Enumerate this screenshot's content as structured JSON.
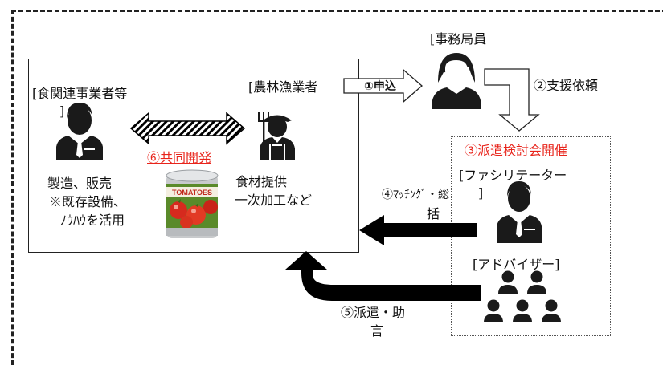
{
  "labels": {
    "food_business_line1": "[食関連事業者等",
    "food_business_line2": "]",
    "producer": "[農林漁業者",
    "secretariat": "[事務局員",
    "apply": "①申込",
    "support_request": "②支援依頼",
    "review_meeting": "③派遣検討会開催",
    "facilitator_line1": "[ファシリテーター",
    "facilitator_line2": "]",
    "matching_line1": "④ﾏｯﾁﾝｸﾞ・総",
    "matching_line2": "括",
    "advisor": "[アドバイザー]",
    "dispatch_line1": "⑤派遣・助",
    "dispatch_line2": "言",
    "joint_dev": "⑥共同開発",
    "food_role_line1": "製造、販売",
    "food_role_line2": "※既存設備、",
    "food_role_line3": "ﾉｳﾊｳを活用",
    "producer_role_line1": "食材提供",
    "producer_role_line2": "一次加工など",
    "can_label": "TOMATOES"
  },
  "colors": {
    "accent_red": "#e8241b",
    "icon_black": "#1a1a1a",
    "arrow_black": "#000000"
  },
  "icons": {
    "businessman": "businessman-icon",
    "farmer": "farmer-icon",
    "secretariat": "woman-staff-icon",
    "facilitator": "businessman-icon",
    "advisors": "group-people-icon",
    "tomato_can": "tomato-can-icon"
  }
}
